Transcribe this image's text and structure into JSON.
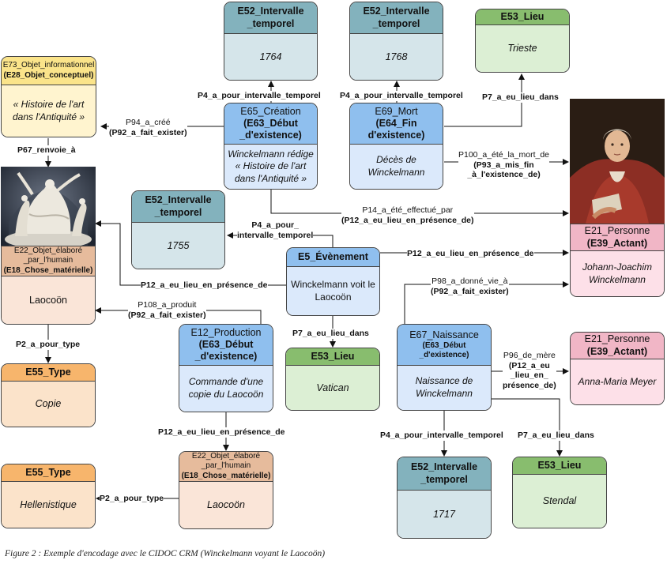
{
  "nodes": {
    "e52_1764": {
      "head": "E52_Intervalle\n_temporel",
      "body": "1764"
    },
    "e52_1768": {
      "head": "E52_Intervalle\n_temporel",
      "body": "1768"
    },
    "e53_trieste": {
      "head": "E53_Lieu",
      "body": "Trieste"
    },
    "e73": {
      "head_line1": "E73_Objet_informationnel",
      "head_line2": "(E28_Objet_conceptuel)",
      "body": "« Histoire de l'art dans l'Antiquité »"
    },
    "e65": {
      "head_line1": "E65_Création",
      "head_line2": "(E63_Début\n_d'existence)",
      "body": "Winckelmann rédige « Histoire de l'art dans l'Antiquité »"
    },
    "e69": {
      "head_line1": "E69_Mort",
      "head_line2": "(E64_Fin\nd'existence)",
      "body": "Décès de Winckelmann"
    },
    "e52_1755": {
      "head": "E52_Intervalle\n_temporel",
      "body": "1755"
    },
    "e22_top": {
      "head_line1": "E22_Objet_élaboré\n_par_l'humain",
      "head_line2": "(E18_Chose_matérielle)",
      "body": "Laocoön"
    },
    "e5": {
      "head": "E5_Évènement",
      "body": "Winckelmann voit le Laocoön"
    },
    "e21_jj": {
      "head_line1": "E21_Personne",
      "head_line2": "(E39_Actant)",
      "body": "Johann-Joachim Winckelmann"
    },
    "e12": {
      "head_line1": "E12_Production",
      "head_line2": "(E63_Début\n_d'existence)",
      "body": "Commande d'une copie du Laocoön"
    },
    "e53_vatican": {
      "head": "E53_Lieu",
      "body": "Vatican"
    },
    "e67": {
      "head_line1": "E67_Naissance",
      "head_line2": "(E63_Début\n_d'existence)",
      "body": "Naissance de Winckelmann"
    },
    "e21_am": {
      "head_line1": "E21_Personne",
      "head_line2": "(E39_Actant)",
      "body": "Anna-Maria Meyer"
    },
    "e55_copie": {
      "head": "E55_Type",
      "body": "Copie"
    },
    "e55_hell": {
      "head": "E55_Type",
      "body": "Hellenistique"
    },
    "e22_bottom": {
      "head_line1": "E22_Objet_élaboré\n_par_l'humain",
      "head_line2": "(E18_Chose_matérielle)",
      "body": "Laocoön"
    },
    "e52_1717": {
      "head": "E52_Intervalle\n_temporel",
      "body": "1717"
    },
    "e53_stendal": {
      "head": "E53_Lieu",
      "body": "Stendal"
    }
  },
  "edges": {
    "e65_e52": "P4_a_pour_intervalle_temporel",
    "e69_e52": "P4_a_pour_intervalle_temporel",
    "e69_trieste": "P7_a_eu_lieu_dans",
    "e65_e73_line1": "P94_a_créé",
    "e65_e73_line2": "(P92_a_fait_exister)",
    "e73_laocoon": "P67_renvoie_à",
    "e69_jj_line1": "P100_a_été_la_mort_de",
    "e69_jj_line2": "(P93_a_mis_fin\n_à_l'existence_de)",
    "e65_jj_line1": "P14_a_été_effectué_par",
    "e65_jj_line2": "(P12_a_eu_lieu_en_présence_de)",
    "e5_e52_line1": "P4_a_pour_",
    "e5_e52_line2": "intervalle_temporel",
    "e5_jj": "P12_a_eu_lieu_en_présence_de",
    "e5_laocoon": "P12_a_eu_lieu_en_présence_de",
    "e12_laocoon_line1": "P108_a_produit",
    "e12_laocoon_line2": "(P92_a_fait_exister)",
    "e67_jj_line1": "P98_a_donné_vie_à",
    "e67_jj_line2": "(P92_a_fait_exister)",
    "laocoon_copie": "P2_a_pour_type",
    "e5_vatican": "P7_a_eu_lieu_dans",
    "e67_am_line1": "P96_de_mère",
    "e67_am_line2": "(P12_a_eu\n_lieu_en_\nprésence_de)",
    "e12_laocoon2": "P12_a_eu_lieu_en_présence_de",
    "laocoon2_hell": "P2_a_pour_type",
    "e67_1717": "P4_a_pour_intervalle_temporel",
    "e67_stendal": "P7_a_eu_lieu_dans"
  },
  "caption": "Figure 2 : Exemple d'encodage avec le CIDOC CRM (Winckelmann voyant le Laocoön)"
}
